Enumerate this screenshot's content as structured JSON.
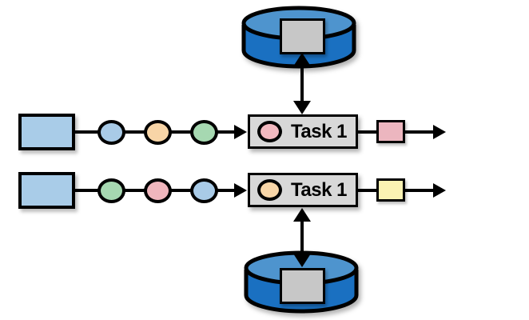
{
  "canvas": {
    "background": "#ffffff",
    "stroke": "#000000"
  },
  "datastores": {
    "top": {
      "top_color": "#4e94ce",
      "body_color": "#1a70c1",
      "record_color": "#c7c7c7"
    },
    "bottom": {
      "top_color": "#4e94ce",
      "body_color": "#1a70c1",
      "record_color": "#c7c7c7"
    }
  },
  "task_box": {
    "fill": "#d8d8d8"
  },
  "rows": [
    {
      "source_color": "#a9cce8",
      "tokens": [
        {
          "name": "blue",
          "color": "#a9cbe7"
        },
        {
          "name": "peach",
          "color": "#f8d5a7"
        },
        {
          "name": "green",
          "color": "#a6d8b1"
        }
      ],
      "task": {
        "label": "Task 1",
        "token_color": "#f2b9c0"
      },
      "output_color": "#ecb6bf"
    },
    {
      "source_color": "#a9cce8",
      "tokens": [
        {
          "name": "green",
          "color": "#a6d8b1"
        },
        {
          "name": "pink",
          "color": "#f0b6bd"
        },
        {
          "name": "blue",
          "color": "#a9cbe7"
        }
      ],
      "task": {
        "label": "Task 1",
        "token_color": "#f8d6a8"
      },
      "output_color": "#faf2b3"
    }
  ]
}
